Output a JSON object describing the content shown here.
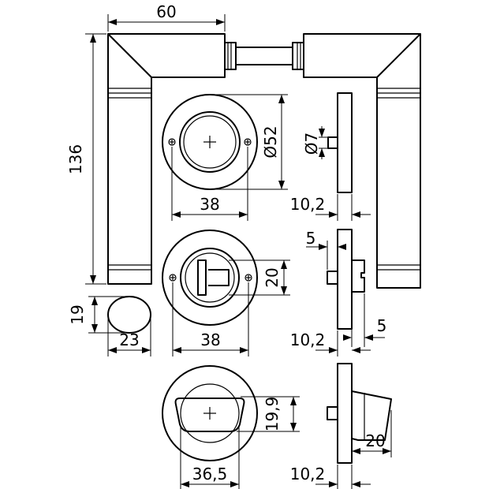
{
  "drawing": {
    "dimensions": {
      "lever_width": "60",
      "lever_height": "136",
      "rose_diameter": "Ø52",
      "spindle_size": "Ø7",
      "rose_hole_spacing_top": "38",
      "rose_thickness_top": "10,2",
      "knob_height": "19",
      "knob_width": "23",
      "rose_hole_spacing_mid": "38",
      "slot_dim": "20",
      "rose_thickness_mid": "10,2",
      "offset_top": "5",
      "offset_bottom": "5",
      "turn_height": "19,9",
      "turn_rose_diameter": "36,5",
      "rose_thickness_bottom": "10,2",
      "turn_width": "20"
    }
  }
}
